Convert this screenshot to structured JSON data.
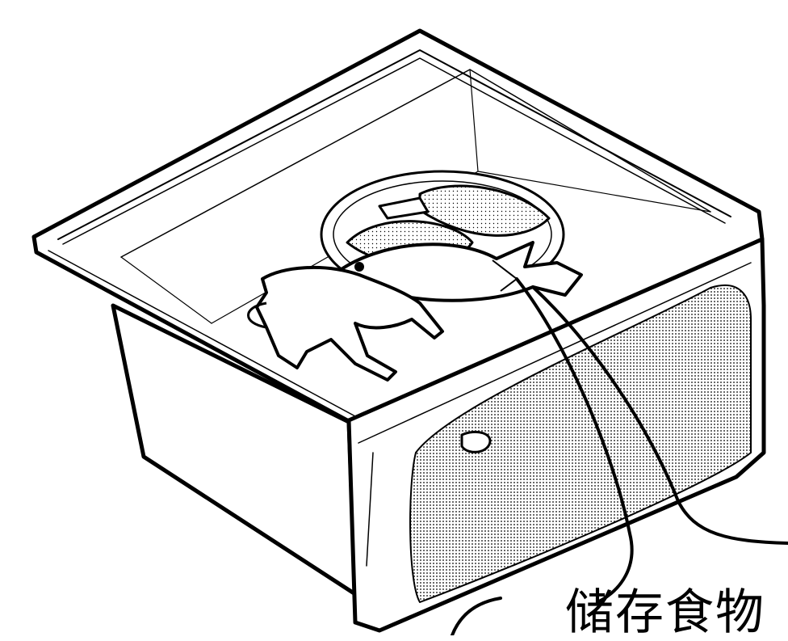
{
  "illustration": {
    "subject": "refrigerator-crisper-drawer",
    "contents": [
      "whole-fish",
      "fish-slices-on-plate",
      "poultry"
    ],
    "line_color": "#000000",
    "background_color": "#ffffff"
  },
  "callout": {
    "label": "储存食物"
  }
}
